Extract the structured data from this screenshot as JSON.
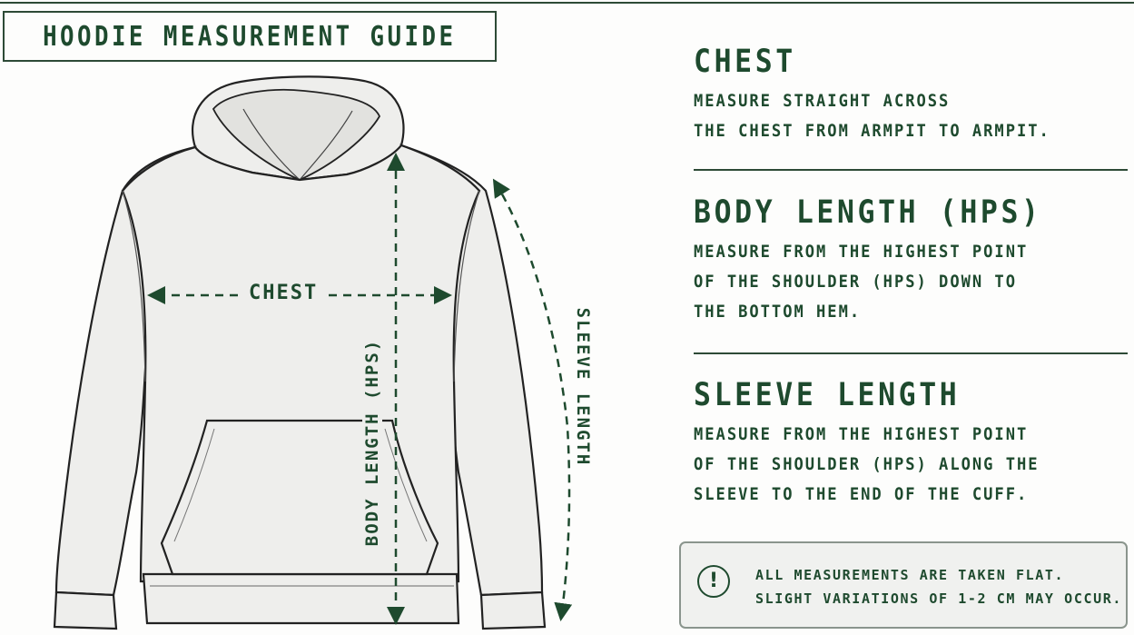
{
  "title": "HOODIE MEASUREMENT GUIDE",
  "diagram": {
    "chest_label": "CHEST",
    "body_length_label": "BODY LENGTH (HPS)",
    "sleeve_length_label": "SLEEVE LENGTH"
  },
  "sections": [
    {
      "heading": "CHEST",
      "lines": [
        "MEASURE STRAIGHT ACROSS",
        "THE CHEST FROM ARMPIT TO ARMPIT."
      ]
    },
    {
      "heading": "BODY LENGTH (HPS)",
      "lines": [
        "MEASURE FROM THE HIGHEST POINT",
        "OF THE SHOULDER (HPS) DOWN TO",
        "THE BOTTOM HEM."
      ]
    },
    {
      "heading": "SLEEVE LENGTH",
      "lines": [
        "MEASURE FROM THE HIGHEST POINT",
        "OF THE SHOULDER (HPS) ALONG THE",
        "SLEEVE TO THE END OF THE CUFF."
      ]
    }
  ],
  "note": {
    "icon": "exclamation-circle-icon",
    "lines": [
      "ALL MEASUREMENTS ARE TAKEN FLAT.",
      "SLIGHT VARIATIONS OF 1-2 CM MAY OCCUR."
    ]
  },
  "colors": {
    "accent": "#1e4a2e",
    "hoodie_fill": "#eeeeec",
    "outline": "#222222"
  }
}
